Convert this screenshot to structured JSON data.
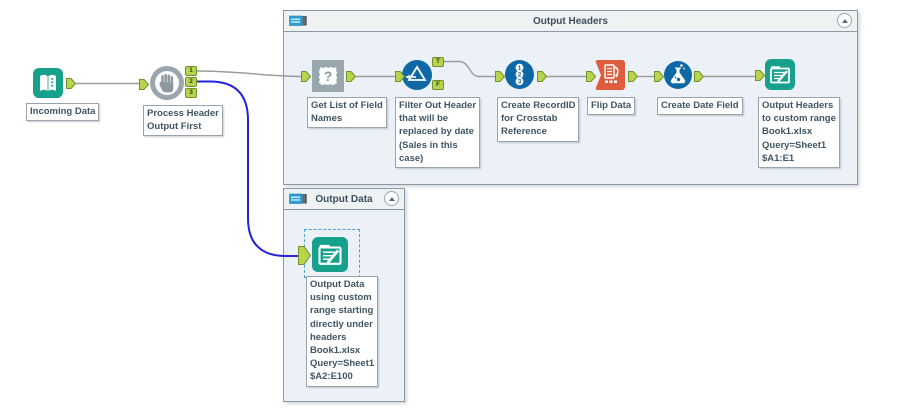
{
  "colors": {
    "teal": "#17a08c",
    "tool_blue": "#0e68a5",
    "tool_orange": "#e05c3f",
    "tool_gray": "#9aa6ad",
    "anchor_green": "#b6d44e",
    "anchor_border": "#71912c",
    "wire_gray": "#9c9c9c",
    "wire_blue": "#2424da",
    "label_text": "#3f5566"
  },
  "containers": [
    {
      "title": "Output Headers"
    },
    {
      "title": "Output Data"
    }
  ],
  "tools": [
    {
      "name": "input-data",
      "label": "Incoming Data"
    },
    {
      "name": "block-until-done",
      "label": "Process Header\nOutput First"
    },
    {
      "name": "field-info",
      "label": "Get List of Field\nNames"
    },
    {
      "name": "filter",
      "label": "Filter Out Header\nthat will be\nreplaced by date\n(Sales in this\ncase)"
    },
    {
      "name": "record-id",
      "label": "Create RecordID\nfor Crosstab\nReference"
    },
    {
      "name": "transpose",
      "label": "Flip Data"
    },
    {
      "name": "formula",
      "label": "Create Date Field"
    },
    {
      "name": "output-headers",
      "label": "Output Headers\nto custom range\nBook1.xlsx\nQuery=Sheet1\n$A1:E1"
    },
    {
      "name": "output-data",
      "label": "Output Data\nusing custom\nrange starting\ndirectly under\nheaders\nBook1.xlsx\nQuery=Sheet1\n$A2:E100",
      "selected": true
    }
  ],
  "anchors": {
    "block_outputs": [
      "1",
      "2",
      "3"
    ],
    "filter_outputs": [
      "T",
      "F"
    ]
  },
  "glyphs": {
    "question": "?",
    "recordid_numbers": [
      "1",
      "2",
      "3"
    ]
  }
}
